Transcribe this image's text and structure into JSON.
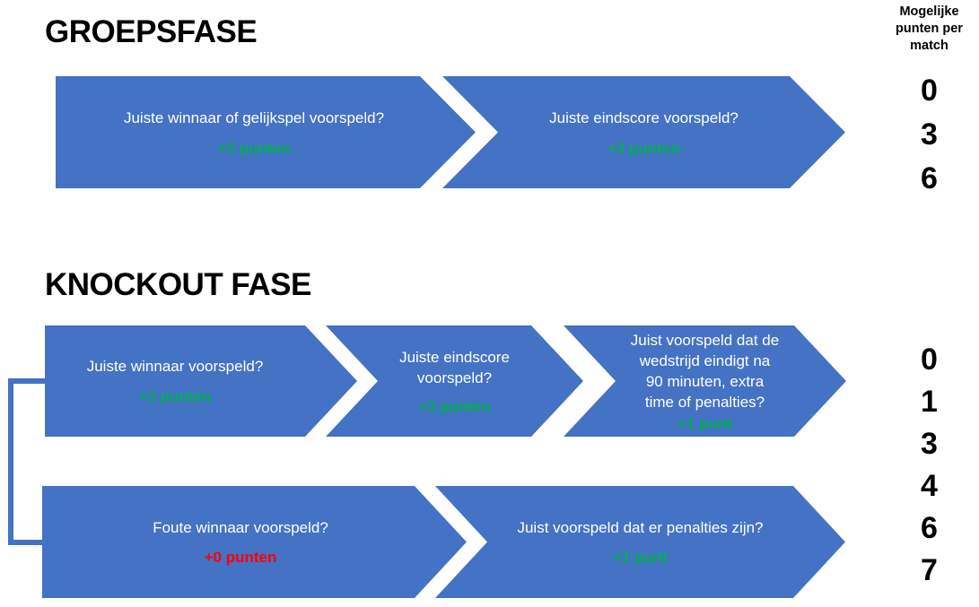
{
  "colors": {
    "arrow_blue": "#4472C4",
    "points_green": "#00B050",
    "points_red": "#FF0000"
  },
  "points_column": {
    "header": "Mogelijke punten per match",
    "groepsfase_values": [
      "0",
      "3",
      "6"
    ],
    "knockout_values": [
      "0",
      "1",
      "3",
      "4",
      "6",
      "7"
    ]
  },
  "sections": {
    "groepsfase": {
      "title": "GROEPSFASE",
      "steps": [
        {
          "question": "Juiste winnaar of gelijkspel voorspeld?",
          "points": "+3 punten",
          "points_color": "#00B050"
        },
        {
          "question": "Juiste eindscore voorspeld?",
          "points": "+3 punten",
          "points_color": "#00B050"
        }
      ]
    },
    "knockout": {
      "title": "KNOCKOUT FASE",
      "row1_steps": [
        {
          "question": "Juiste winnaar voorspeld?",
          "points": "+3 punten",
          "points_color": "#00B050"
        },
        {
          "question": "Juiste eindscore voorspeld?",
          "points": "+3 punten",
          "points_color": "#00B050"
        },
        {
          "question": "Juist voorspeld dat de wedstrijd eindigt na 90 minuten, extra time of penalties?",
          "points": "+1 punt",
          "points_color": "#00B050"
        }
      ],
      "row2_steps": [
        {
          "question": "Foute winnaar voorspeld?",
          "points": "+0 punten",
          "points_color": "#FF0000"
        },
        {
          "question": "Juist voorspeld dat er penalties zijn?",
          "points": "+1 punt",
          "points_color": "#00B050"
        }
      ]
    }
  }
}
